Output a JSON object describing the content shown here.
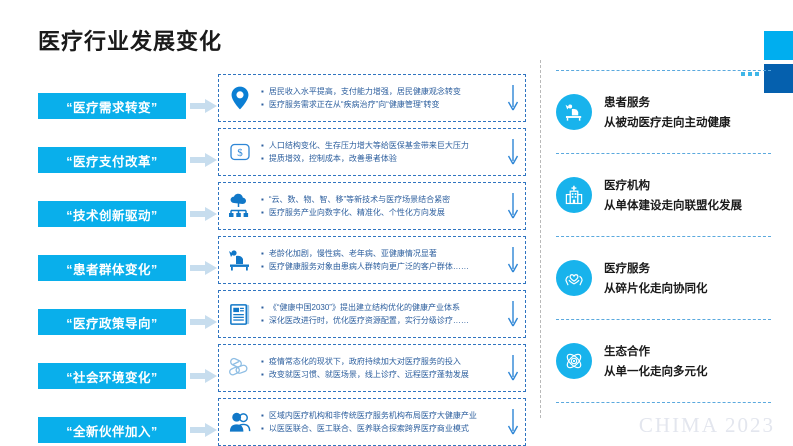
{
  "header": {
    "title": "医疗行业发展变化"
  },
  "decor": {
    "block_cyan_color": "#00AEEF",
    "block_navy_color": "#0560AE",
    "dots_color": "#3fb6e8",
    "dots_count": 3
  },
  "drivers": [
    {
      "label": "“医疗需求转变”",
      "icon": "location-pin-icon",
      "arrow": "arrow-right-icon",
      "down_arrow": "arrow-down-icon",
      "lines": [
        "居民收入水平提高，支付能力增强，居民健康观念转变",
        "医疗服务需求正在从“疾病治疗”向“健康管理”转变"
      ]
    },
    {
      "label": "“医疗支付改革”",
      "icon": "dollar-card-icon",
      "arrow": "arrow-right-icon",
      "down_arrow": "arrow-down-icon",
      "lines": [
        "人口结构变化、生存压力增大等给医保基金带来巨大压力",
        "提质增效，控制成本，改善患者体验"
      ]
    },
    {
      "label": "“技术创新驱动”",
      "icon": "cloud-network-icon",
      "arrow": "arrow-right-icon",
      "down_arrow": "arrow-down-icon",
      "lines": [
        "“云、数、物、智、移”等新技术与医疗场景结合紧密",
        "医疗服务产业向数字化、精准化、个性化方向发展"
      ]
    },
    {
      "label": "“患者群体变化”",
      "icon": "patient-bed-icon",
      "arrow": "arrow-right-icon",
      "down_arrow": "arrow-down-icon",
      "lines": [
        "老龄化加剧，慢性病、老年病、亚健康情况显著",
        "医疗健康服务对象由患病人群转向更广泛的客户群体……"
      ]
    },
    {
      "label": "“医疗政策导向”",
      "icon": "document-icon",
      "arrow": "arrow-right-icon",
      "down_arrow": "arrow-down-icon",
      "lines": [
        "《“健康中国2030”》提出建立结构优化的健康产业体系",
        "深化医改进行时，优化医疗资源配置，实行分级诊疗……"
      ]
    },
    {
      "label": "“社会环境变化”",
      "icon": "capsule-pills-icon",
      "arrow": "arrow-right-icon",
      "down_arrow": "arrow-down-icon",
      "lines": [
        "疫情常态化的现状下，政府持续加大对医疗服务的投入",
        "改变就医习惯、就医场景，线上诊疗、远程医疗蓬勃发展"
      ]
    },
    {
      "label": "“全新伙伴加入”",
      "icon": "people-icon",
      "arrow": "arrow-right-icon",
      "down_arrow": "arrow-down-icon",
      "lines": [
        "区域内医疗机构和非传统医疗服务机构布局医疗大健康产业",
        "以医医联合、医工联合、医养联合探索跨界医疗商业模式"
      ]
    }
  ],
  "outcomes": [
    {
      "icon": "patient-care-icon",
      "title": "患者服务",
      "subtitle": "从被动医疗走向主动健康"
    },
    {
      "icon": "hospital-icon",
      "title": "医疗机构",
      "subtitle": "从单体建设走向联盟化发展"
    },
    {
      "icon": "hands-heart-icon",
      "title": "医疗服务",
      "subtitle": "从碎片化走向协同化"
    },
    {
      "icon": "ecosystem-atom-icon",
      "title": "生态合作",
      "subtitle": "从单一化走向多元化"
    }
  ],
  "watermark": {
    "text": "CHIMA  2023"
  },
  "colors": {
    "brand_cyan": "#09AFEB",
    "brand_blue": "#0560AE",
    "dashed_border": "#2f74c0",
    "body_text": "#2d5f9e"
  }
}
